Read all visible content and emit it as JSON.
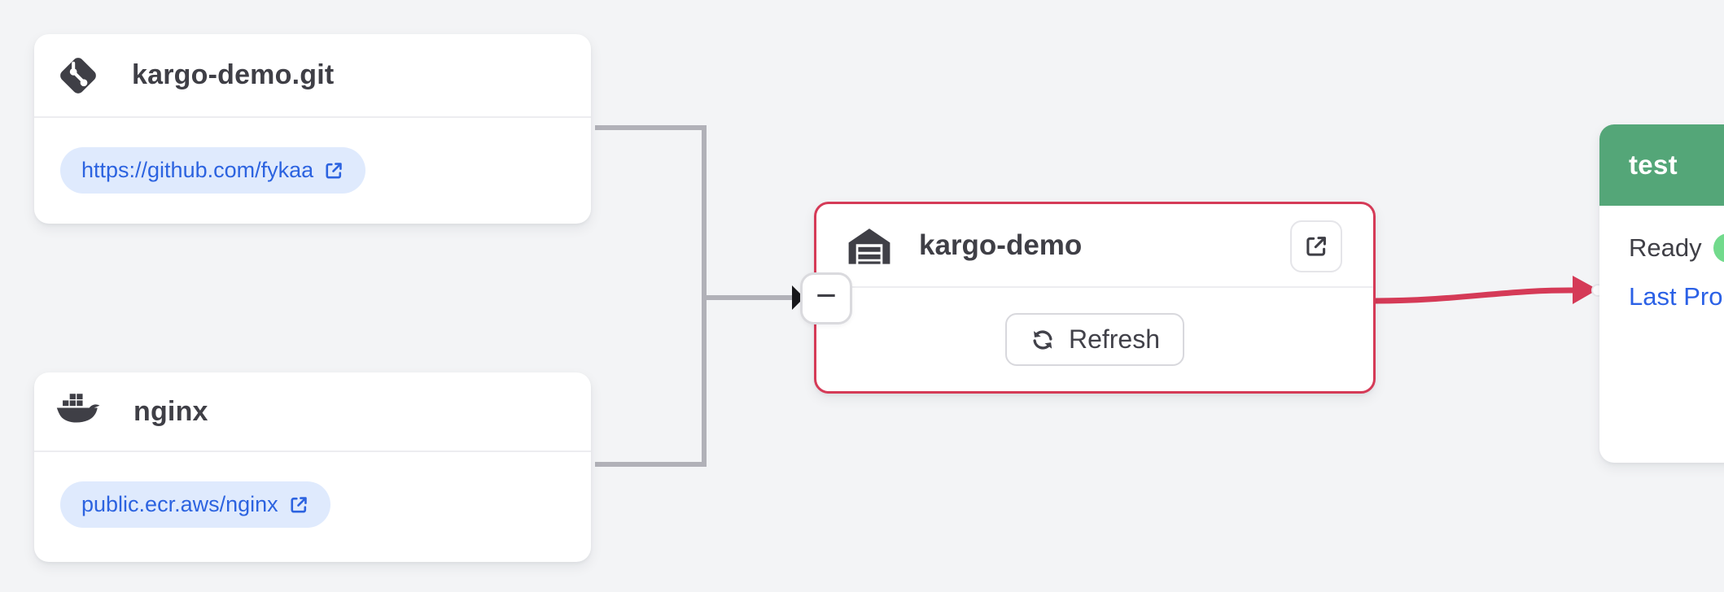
{
  "colors": {
    "background": "#f3f4f6",
    "card_background": "#ffffff",
    "title_text": "#3f3f46",
    "link_blue": "#2c63e0",
    "link_pill_background": "#dfeafd",
    "connector_gray": "#b1b1b8",
    "junction_black": "#18181b",
    "warehouse_border_red": "#d53a57",
    "promotion_edge_red": "#d53a57",
    "stage_header_green": "#54a678",
    "health_dot_green": "#72da8c"
  },
  "nodes": {
    "git_repo": {
      "title": "kargo-demo.git",
      "icon": "git-icon",
      "link_label": "https://github.com/fykaa"
    },
    "image_repo": {
      "title": "nginx",
      "icon": "docker-icon",
      "link_label": "public.ecr.aws/nginx"
    },
    "warehouse": {
      "title": "kargo-demo",
      "icon": "warehouse-icon",
      "refresh_label": "Refresh"
    },
    "stage": {
      "title": "test",
      "health_label": "Ready",
      "promotion_link_label": "Last Promo"
    }
  },
  "controls": {
    "collapse_label": "−"
  }
}
